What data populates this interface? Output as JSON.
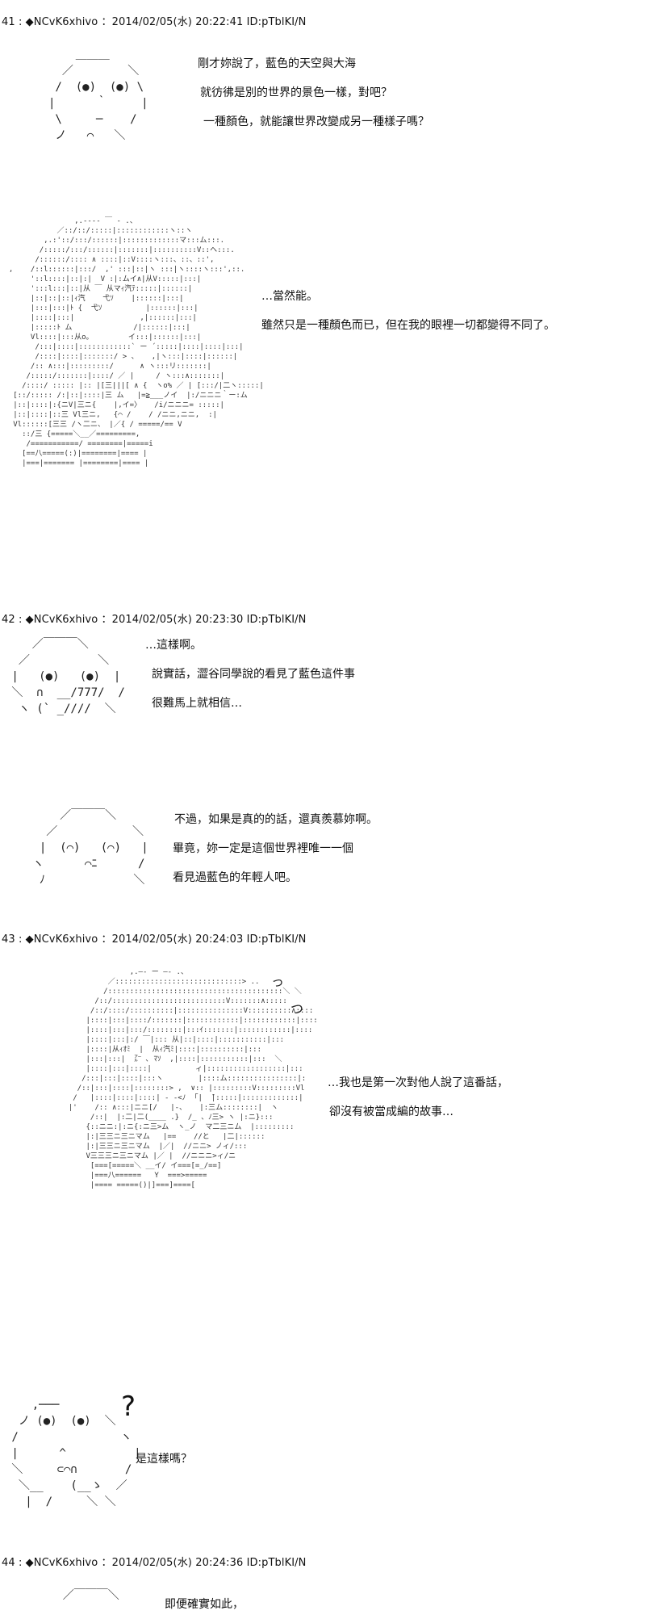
{
  "posts": [
    {
      "header": "41 : ◆NCvK6xhivo ：2014/02/05(水) 20:22:41 ID:pTblKI/N",
      "lines": [
        "剛才妳說了，藍色的天空與大海",
        "就彷彿是別的世界的景色一樣，對吧？",
        "一種顏色，就能讓世界改變成另一種樣子嗎？"
      ],
      "reply": [
        "…當然能。",
        "雖然只是一種顏色而已，但在我的眼裡一切都變得不同了。"
      ]
    },
    {
      "header": "42 : ◆NCvK6xhivo ：2014/02/05(水) 20:23:30 ID:pTblKI/N",
      "lines": [
        "…這樣啊。",
        "說實話，澀谷同學說的看見了藍色這件事",
        "很難馬上就相信…"
      ],
      "lines2": [
        "不過，如果是真的的話，還真羨慕妳啊。",
        "畢竟，妳一定是這個世界裡唯一一個",
        "看見過藍色的年輕人吧。"
      ]
    },
    {
      "header": "43 : ◆NCvK6xhivo ：2014/02/05(水) 20:24:03 ID:pTblKI/N",
      "lines": [
        "…我也是第一次對他人說了這番話，",
        "卻沒有被當成編的故事…"
      ],
      "question": "是這樣嗎？",
      "qmark": "?"
    },
    {
      "header": "44 : ◆NCvK6xhivo ：2014/02/05(水) 20:24:36 ID:pTblKI/N",
      "lines": [
        "即便確實如此，"
      ]
    }
  ]
}
